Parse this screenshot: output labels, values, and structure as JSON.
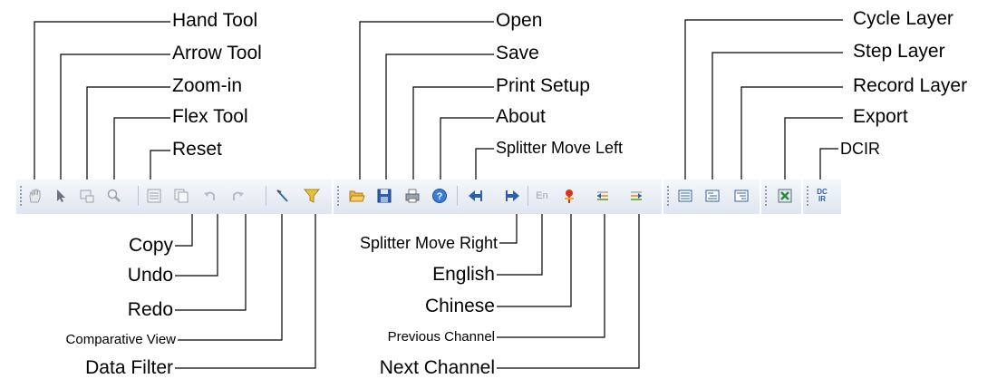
{
  "labels_top": {
    "hand_tool": "Hand Tool",
    "arrow_tool": "Arrow Tool",
    "zoom_in": "Zoom-in",
    "flex_tool": "Flex Tool",
    "reset": "Reset",
    "open": "Open",
    "save": "Save",
    "print_setup": "Print Setup",
    "about": "About",
    "splitter_move_left": "Splitter Move Left",
    "cycle_layer": "Cycle Layer",
    "step_layer": "Step Layer",
    "record_layer": "Record Layer",
    "export": "Export",
    "dcir": "DCIR"
  },
  "labels_bottom": {
    "copy": "Copy",
    "undo": "Undo",
    "redo": "Redo",
    "comparative_view": "Comparative View",
    "data_filter": "Data Filter",
    "splitter_move_right": "Splitter Move Right",
    "english": "English",
    "chinese": "Chinese",
    "previous_channel": "Previous Channel",
    "next_channel": "Next Channel"
  },
  "icon_text": {
    "english": "En",
    "dcir_top": "DC",
    "dcir_bottom": "IR"
  },
  "colors": {
    "toolbar_bg_top": "#f5f7fb",
    "toolbar_bg_bottom": "#dfe6f0",
    "leader_line": "#000000",
    "icon_blue": "#2d5fae",
    "icon_gray": "#9aa3ad"
  }
}
